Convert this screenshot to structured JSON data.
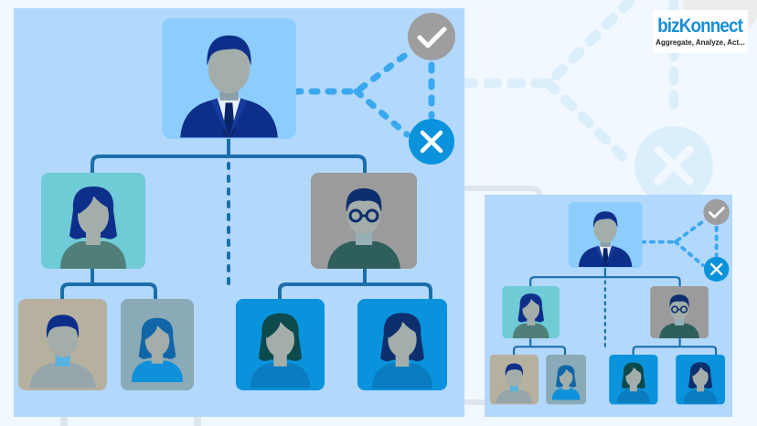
{
  "logo": {
    "brand": "bizKonnect",
    "tagline": "Aggregate, Analyze, Act..."
  },
  "colors": {
    "page_bg": "#f2f8ff",
    "panel_bg": "#b2d8fc",
    "connector": "#1b6fa8",
    "dashed_link": "#3aa8ef",
    "approve_circle": "#9e9e9e",
    "reject_circle": "#0a93dc",
    "background_watermark": "#dbeefb"
  },
  "org_chart": {
    "root": {
      "role": "manager",
      "style": "suit-and-tie",
      "tile": "#8ccdfd"
    },
    "level2": [
      {
        "role": "team-lead-left",
        "style": "woman",
        "tile": "#6fcbd6"
      },
      {
        "role": "team-lead-right",
        "style": "man-with-glasses",
        "tile": "#9b9b9b"
      }
    ],
    "level3": [
      {
        "role": "member-1",
        "style": "man",
        "tile": "#b6b09f"
      },
      {
        "role": "member-2",
        "style": "woman",
        "tile": "#8aaab8"
      },
      {
        "role": "member-3",
        "style": "woman",
        "tile": "#0a93dc"
      },
      {
        "role": "member-4",
        "style": "woman",
        "tile": "#0a93dc"
      }
    ],
    "decision": {
      "approve": "check-icon",
      "reject": "x-icon"
    }
  }
}
